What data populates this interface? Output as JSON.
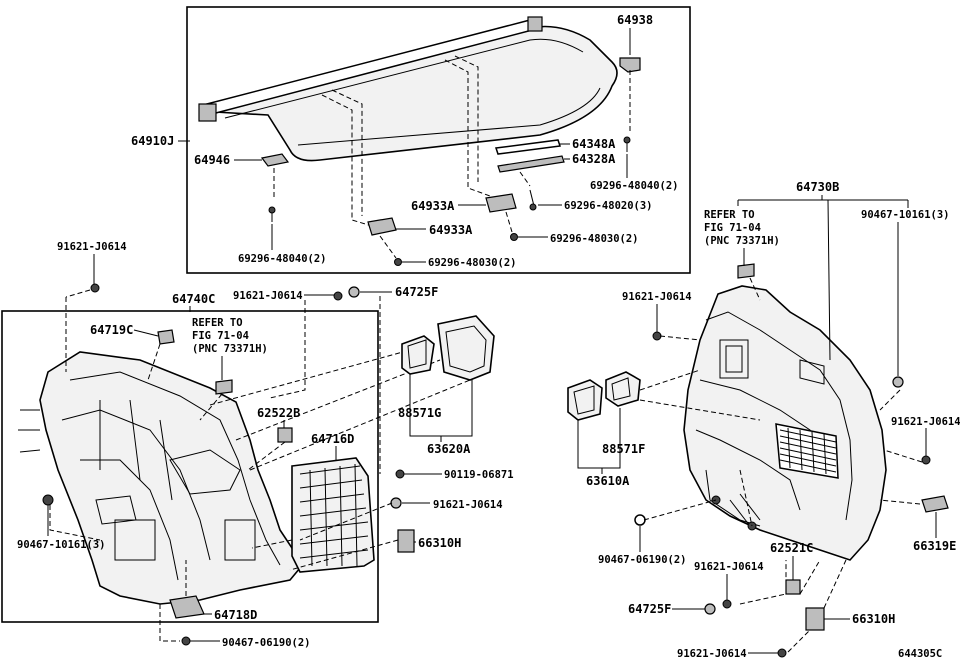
{
  "diagram_id": "644305C",
  "parts": {
    "p64938": "64938",
    "p64910J": "64910J",
    "p64946": "64946",
    "p64348A": "64348A",
    "p64328A": "64328A",
    "p69296_48040_2_top": "69296-48040(2)",
    "p64933A_upper": "64933A",
    "p69296_48020_3": "69296-48020(3)",
    "p64933A_lower": "64933A",
    "p69296_48030_2_right": "69296-48030(2)",
    "p69296_48040_2_left": "69296-48040(2)",
    "p69296_48030_2_bottom": "69296-48030(2)",
    "p91621_J0614_farleft": "91621-J0614",
    "p64740C": "64740C",
    "p91621_J0614_top": "91621-J0614",
    "p64725F_top": "64725F",
    "p64719C": "64719C",
    "p62522B": "62522B",
    "p64716D": "64716D",
    "p88571G": "88571G",
    "p63620A": "63620A",
    "p90119_06871": "90119-06871",
    "p91621_J0614_mid": "91621-J0614",
    "p66310H_left": "66310H",
    "p90467_10161_3_left": "90467-10161(3)",
    "p64718D": "64718D",
    "p90467_06190_2_bottom": "90467-06190(2)",
    "p64730B": "64730B",
    "p90467_10161_3_right": "90467-10161(3)",
    "p91621_J0614_right_upper": "91621-J0614",
    "p91621_J0614_right_side": "91621-J0614",
    "p88571F": "88571F",
    "p63610A": "63610A",
    "p66319E": "66319E",
    "p90467_06190_2_right": "90467-06190(2)",
    "p62521C": "62521C",
    "p91621_J0614_right_lower": "91621-J0614",
    "p64725F_bottom": "64725F",
    "p91621_J0614_right_bottom": "91621-J0614",
    "p66310H_right": "66310H"
  },
  "refs": {
    "left": [
      "REFER TO",
      "FIG 71-04",
      "(PNC 73371H)"
    ],
    "right": [
      "REFER TO",
      "FIG 71-04",
      "(PNC 73371H)"
    ]
  }
}
